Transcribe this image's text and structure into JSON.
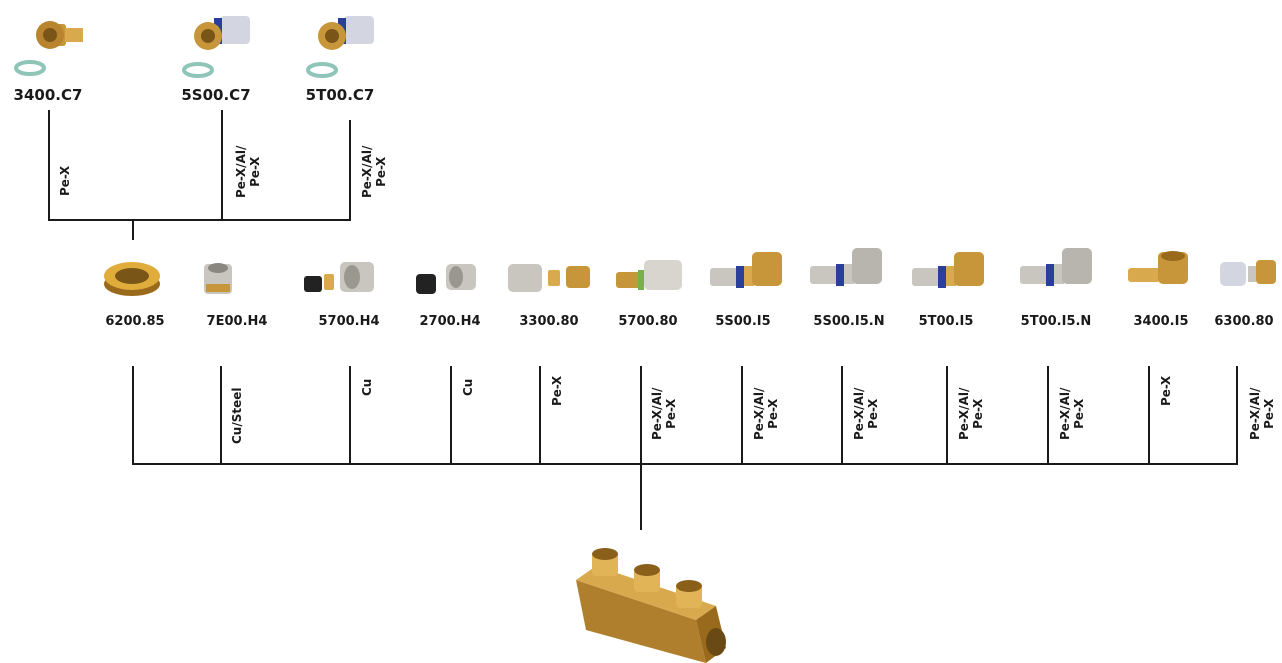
{
  "top_fittings": [
    {
      "code": "3400.C7",
      "material": [
        "Pe-X"
      ]
    },
    {
      "code": "5S00.C7",
      "material": [
        "Pe-X/Al/",
        "Pe-X"
      ]
    },
    {
      "code": "5T00.C7",
      "material": [
        "Pe-X/Al/",
        "Pe-X"
      ]
    }
  ],
  "row_fittings": [
    {
      "code": "6200.85",
      "material": []
    },
    {
      "code": "7E00.H4",
      "material": [
        "Cu/Steel"
      ]
    },
    {
      "code": "5700.H4",
      "material": [
        "Cu"
      ]
    },
    {
      "code": "2700.H4",
      "material": [
        "Cu"
      ]
    },
    {
      "code": "3300.80",
      "material": [
        "Pe-X"
      ]
    },
    {
      "code": "5700.80",
      "material": [
        "Pe-X/Al/",
        "Pe-X"
      ]
    },
    {
      "code": "5S00.I5",
      "material": [
        "Pe-X/Al/",
        "Pe-X"
      ]
    },
    {
      "code": "5S00.I5.N",
      "material": [
        "Pe-X/Al/",
        "Pe-X"
      ]
    },
    {
      "code": "5T00.I5",
      "material": [
        "Pe-X/Al/",
        "Pe-X"
      ]
    },
    {
      "code": "5T00.I5.N",
      "material": [
        "Pe-X/Al/",
        "Pe-X"
      ]
    },
    {
      "code": "3400.I5",
      "material": [
        "Pe-X"
      ]
    },
    {
      "code": "6300.80",
      "material": [
        "Pe-X/Al/",
        "Pe-X"
      ]
    }
  ],
  "colors": {
    "brass": "#c8963a",
    "nickel": "#c9c6c0",
    "blue_band": "#2a3f9a",
    "line": "#1a1a1a"
  }
}
